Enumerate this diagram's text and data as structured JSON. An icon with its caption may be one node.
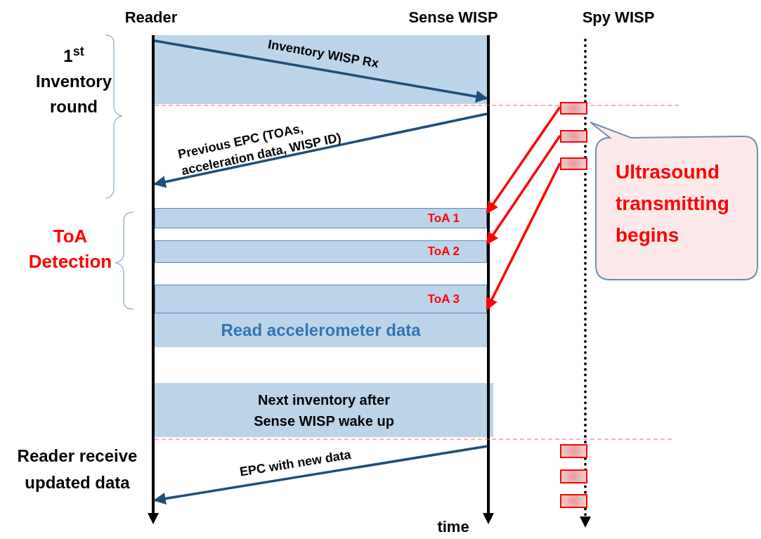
{
  "diagram": {
    "nodes": [
      {
        "text": [],
        "shape": "bar",
        "beside": [
          "Reader"
        ]
      },
      {
        "text": [],
        "shape": "bar",
        "beside": [
          "Sense WISP",
          "time"
        ]
      },
      {
        "text": [],
        "shape": "bar",
        "beside": [
          "Spy WISP"
        ]
      },
      {
        "text": [
          "ToA 1"
        ]
      },
      {
        "text": [
          "ToA 2"
        ]
      },
      {
        "text": [
          "ToA 3"
        ]
      },
      {
        "text": [
          "Read accelerometer data"
        ]
      },
      {
        "text": [
          "Next inventory after Sense WISP wake up"
        ]
      },
      {
        "text": [],
        "shape": "box"
      },
      {
        "text": [],
        "shape": "box"
      },
      {
        "text": [],
        "shape": "box"
      },
      {
        "text": [
          "Ultrasound transmitting begins"
        ]
      },
      {
        "text": [],
        "shape": "box"
      },
      {
        "text": [],
        "shape": "box"
      },
      {
        "text": [],
        "shape": "box"
      }
    ],
    "edges": [
      {
        "from": 0,
        "to": 1,
        "arrow": "to",
        "label": "Inventory WISP Rx"
      },
      {
        "from": 1,
        "to": 0,
        "arrow": "to",
        "label": "Previous EPC (TOAs, acceleration data, WISP ID)"
      },
      {
        "from": 8,
        "to": 3,
        "arrow": "to",
        "color": "#ff0000"
      },
      {
        "from": 9,
        "to": 4,
        "arrow": "to",
        "color": "#ff0000"
      },
      {
        "from": 10,
        "to": 5,
        "arrow": "to",
        "color": "#ff0000"
      },
      {
        "from": 1,
        "to": 0,
        "arrow": "to",
        "label": "EPC with new data"
      }
    ],
    "labels": [
      "1$^{st}$ Inventory round",
      "ToA Detection",
      "Reader receive updated data"
    ]
  }
}
